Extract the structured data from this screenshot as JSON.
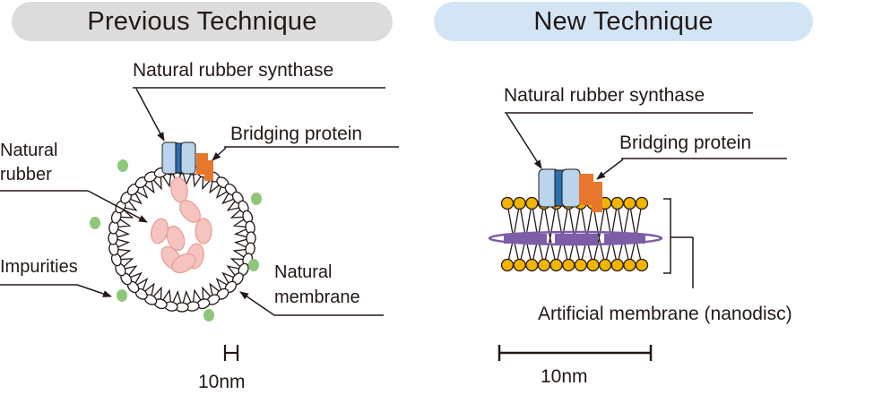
{
  "header": {
    "previous": "Previous Technique",
    "new": "New Technique"
  },
  "previous": {
    "synthase_label": "Natural rubber synthase",
    "bridging_label": "Bridging protein",
    "rubber_label": [
      "Natural",
      "rubber"
    ],
    "impurities_label": "Impurities",
    "membrane_label": [
      "Natural",
      "membrane"
    ],
    "scale_label": "10nm"
  },
  "new": {
    "synthase_label": "Natural rubber synthase",
    "bridging_label": "Bridging protein",
    "membrane_label": "Artificial membrane (nanodisc)",
    "scale_label": "10nm"
  },
  "colors": {
    "synthase_light": "#b9d4ec",
    "synthase_dark": "#2a6fb0",
    "bridging": "#e8772e",
    "impurity": "#8ec77a",
    "rubber_fill": "#f6c4c0",
    "rubber_stroke": "#e89a95",
    "lipid_head_vesicle": "#ffffff",
    "lipid_head_disc": "#f2b400",
    "scaffold": "#7d5da8"
  }
}
